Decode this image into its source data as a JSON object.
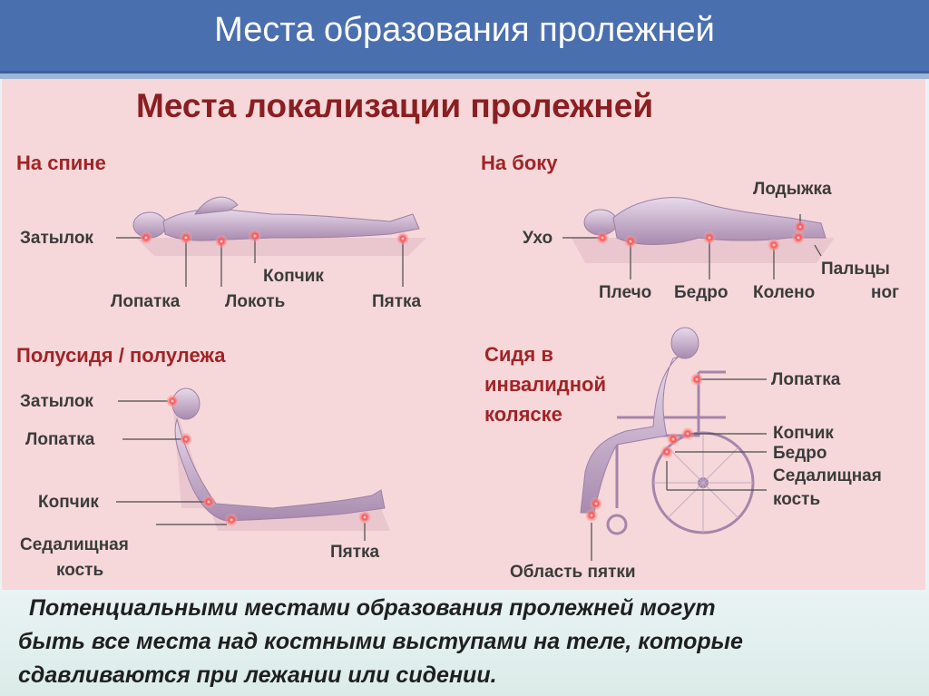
{
  "header": {
    "title": "Места образования пролежней"
  },
  "diagram": {
    "title": "Места локализации пролежней",
    "sections": {
      "back": {
        "title": "На спине",
        "labels": {
          "occiput": "Затылок",
          "scapula": "Лопатка",
          "coccyx": "Копчик",
          "elbow": "Локоть",
          "heel": "Пятка"
        }
      },
      "side": {
        "title": "На боку",
        "labels": {
          "ear": "Ухо",
          "shoulder": "Плечо",
          "hip": "Бедро",
          "knee": "Колено",
          "ankle": "Лодыжка",
          "toes_1": "Пальцы",
          "toes_2": "ног"
        }
      },
      "semi": {
        "title": "Полусидя / полулежа",
        "labels": {
          "occiput": "Затылок",
          "scapula": "Лопатка",
          "coccyx": "Копчик",
          "ischium_1": "Седалищная",
          "ischium_2": "кость",
          "heel": "Пятка"
        }
      },
      "wheelchair": {
        "title_1": "Сидя в",
        "title_2": "инвалидной",
        "title_3": "коляске",
        "labels": {
          "scapula": "Лопатка",
          "coccyx": "Копчик",
          "hip": "Бедро",
          "ischium_1": "Седалищная",
          "ischium_2": "кость",
          "heel": "Область пятки"
        }
      }
    },
    "colors": {
      "marker": "#e53935",
      "title": "#8a1f22",
      "section": "#a12426",
      "panel": "#f6d8da",
      "banner": "#4a6fae",
      "figure": "#b89cbf"
    }
  },
  "caption": {
    "line1": "Потенциальными местами образования пролежней могут",
    "line2": "быть все места над костными выступами на теле, которые",
    "line3": "сдавливаются при лежании или сидении."
  }
}
